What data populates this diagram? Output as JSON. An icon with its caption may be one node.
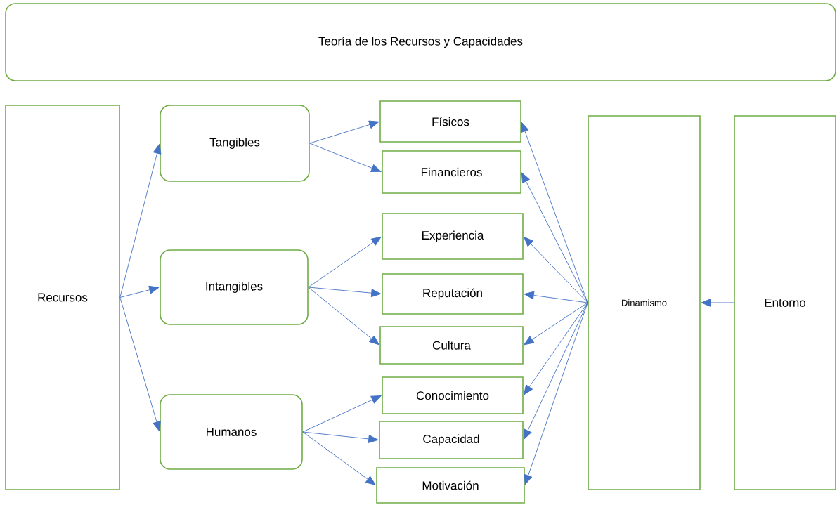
{
  "diagram": {
    "nodes": [
      {
        "text": [
          "Teoría de los Recursos y Capacidades"
        ]
      },
      {
        "text": [
          "Recursos"
        ]
      },
      {
        "text": [
          "Tangibles"
        ]
      },
      {
        "text": [
          "Intangibles"
        ]
      },
      {
        "text": [
          "Humanos"
        ]
      },
      {
        "text": [
          "Físicos"
        ]
      },
      {
        "text": [
          "Financieros"
        ]
      },
      {
        "text": [
          "Experiencia"
        ]
      },
      {
        "text": [
          "Reputación"
        ]
      },
      {
        "text": [
          "Cultura"
        ]
      },
      {
        "text": [
          "Conocimiento"
        ]
      },
      {
        "text": [
          "Capacidad"
        ]
      },
      {
        "text": [
          "Motivación"
        ]
      },
      {
        "text": [
          "Dinamismo"
        ]
      },
      {
        "text": [
          "Entorno"
        ]
      }
    ],
    "edges": [
      {
        "from": 1,
        "to": 2,
        "arrow": "to"
      },
      {
        "from": 1,
        "to": 3,
        "arrow": "to"
      },
      {
        "from": 1,
        "to": 4,
        "arrow": "to"
      },
      {
        "from": 2,
        "to": 5,
        "arrow": "to"
      },
      {
        "from": 2,
        "to": 6,
        "arrow": "to"
      },
      {
        "from": 3,
        "to": 7,
        "arrow": "to"
      },
      {
        "from": 3,
        "to": 8,
        "arrow": "to"
      },
      {
        "from": 3,
        "to": 9,
        "arrow": "to"
      },
      {
        "from": 4,
        "to": 10,
        "arrow": "to"
      },
      {
        "from": 4,
        "to": 11,
        "arrow": "to"
      },
      {
        "from": 4,
        "to": 12,
        "arrow": "to"
      },
      {
        "from": 13,
        "to": 5,
        "arrow": "to"
      },
      {
        "from": 13,
        "to": 6,
        "arrow": "to"
      },
      {
        "from": 13,
        "to": 7,
        "arrow": "to"
      },
      {
        "from": 13,
        "to": 8,
        "arrow": "to"
      },
      {
        "from": 13,
        "to": 9,
        "arrow": "to"
      },
      {
        "from": 13,
        "to": 10,
        "arrow": "to"
      },
      {
        "from": 13,
        "to": 11,
        "arrow": "to"
      },
      {
        "from": 13,
        "to": 12,
        "arrow": "to"
      },
      {
        "from": 14,
        "to": 13,
        "arrow": "to"
      }
    ]
  }
}
